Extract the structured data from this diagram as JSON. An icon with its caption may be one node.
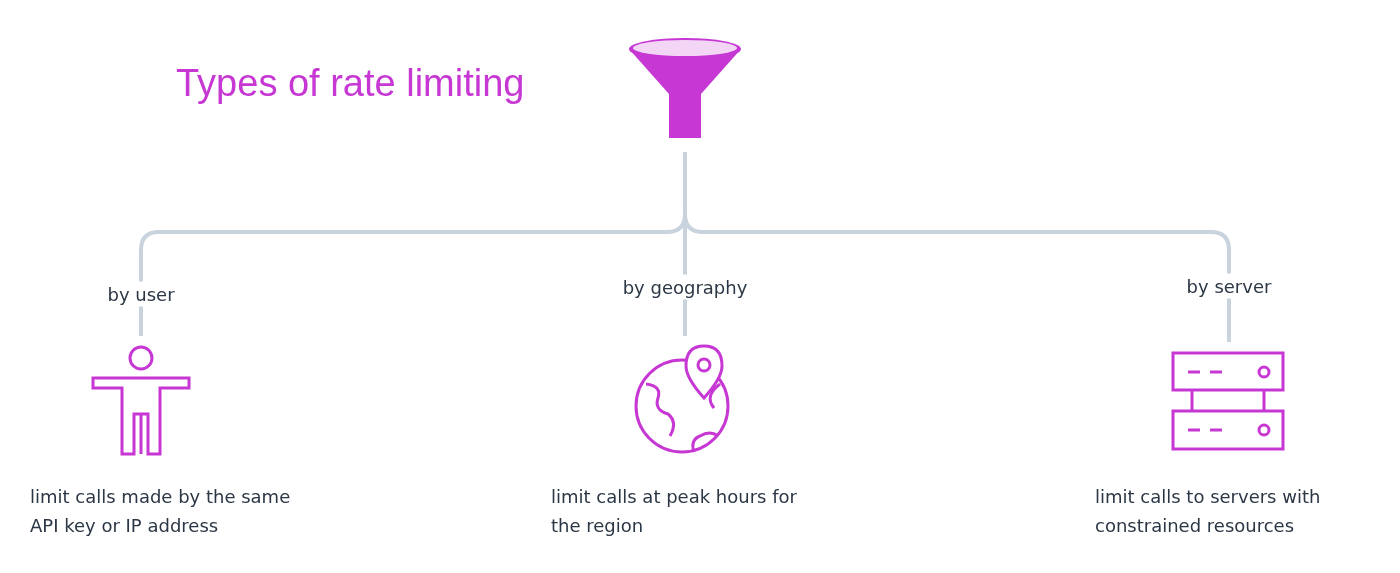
{
  "diagram": {
    "title": "Types of rate limiting",
    "nodes": [
      {
        "text": [],
        "shape": "funnel"
      },
      {
        "text": [],
        "shape": "person",
        "beside": [
          "limit calls made by the same API key or IP address"
        ]
      },
      {
        "text": [],
        "shape": "globe",
        "beside": [
          "limit calls at peak hours for the region"
        ]
      },
      {
        "text": [],
        "shape": "server",
        "beside": [
          "limit calls to servers with constrained resources"
        ]
      }
    ],
    "edges": [
      {
        "from": 0,
        "to": 1,
        "arrow": "none",
        "label": "by user"
      },
      {
        "from": 0,
        "to": 2,
        "arrow": "none",
        "label": "by geography"
      },
      {
        "from": 0,
        "to": 3,
        "arrow": "none",
        "label": "by server"
      }
    ]
  }
}
